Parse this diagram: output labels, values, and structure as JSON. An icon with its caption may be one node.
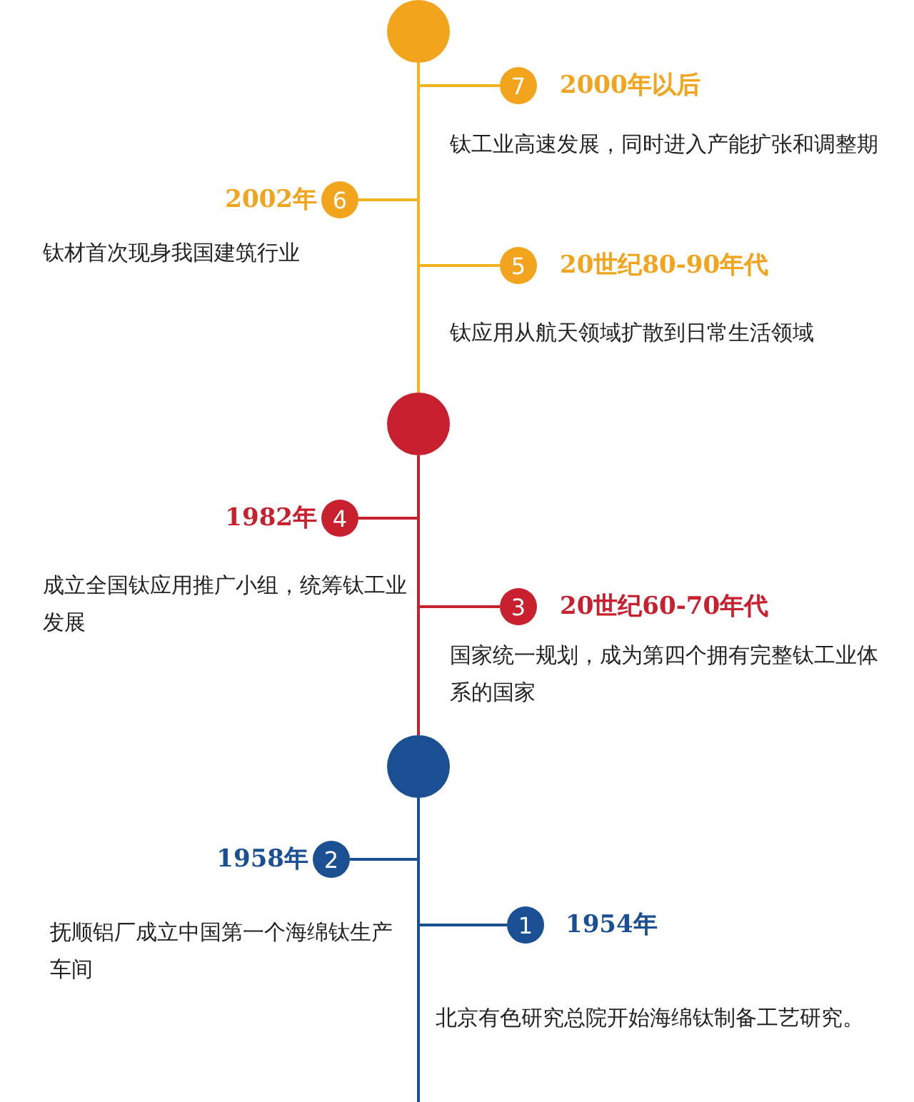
{
  "diagram": {
    "nodes": [
      {
        "text": [],
        "shape": "circle"
      },
      {
        "text": [
          "7"
        ],
        "beside": [
          "2000年以后",
          "钛工业高速发展，同时进入产能扩张和调整期"
        ]
      },
      {
        "text": [
          "6"
        ],
        "beside": [
          "2002年",
          "钛材首次现身我国建筑行业"
        ]
      },
      {
        "text": [
          "5"
        ],
        "beside": [
          "20世纪80-90年代",
          "钛应用从航天领域扩散到日常生活领域"
        ]
      },
      {
        "text": [],
        "shape": "circle"
      },
      {
        "text": [
          "4"
        ],
        "beside": [
          "1982年",
          "成立全国钛应用推广小组，统筹钛工业发展"
        ]
      },
      {
        "text": [
          "3"
        ],
        "beside": [
          "20世纪60-70年代",
          "国家统一规划，成为第四个拥有完整钛工业体系的国家"
        ]
      },
      {
        "text": [],
        "shape": "circle"
      },
      {
        "text": [
          "2"
        ],
        "beside": [
          "1958年",
          "抚顺铝厂成立中国第一个海绵钛生产车间"
        ]
      },
      {
        "text": [
          "1"
        ],
        "beside": [
          "1954年",
          "北京有色研究总院开始海绵钛制备工艺研究。"
        ]
      }
    ],
    "edges": [
      {
        "from": 0,
        "to": 4,
        "arrow": "none",
        "color": "#f2b41e"
      },
      {
        "from": 4,
        "to": 7,
        "arrow": "none",
        "color": "#c8202f"
      },
      {
        "from": 7,
        "to": null,
        "arrow": "none",
        "color": "#1b4f94"
      },
      {
        "from": 0,
        "to": 1,
        "arrow": "none",
        "color": "#f2b41e"
      },
      {
        "from": 0,
        "to": 2,
        "arrow": "none",
        "color": "#f2b41e"
      },
      {
        "from": 0,
        "to": 3,
        "arrow": "none",
        "color": "#f2b41e"
      },
      {
        "from": 4,
        "to": 5,
        "arrow": "none",
        "color": "#c8202f"
      },
      {
        "from": 4,
        "to": 6,
        "arrow": "none",
        "color": "#c8202f"
      },
      {
        "from": 7,
        "to": 8,
        "arrow": "none",
        "color": "#1b4f94"
      },
      {
        "from": 7,
        "to": 9,
        "arrow": "none",
        "color": "#1b4f94"
      }
    ]
  }
}
